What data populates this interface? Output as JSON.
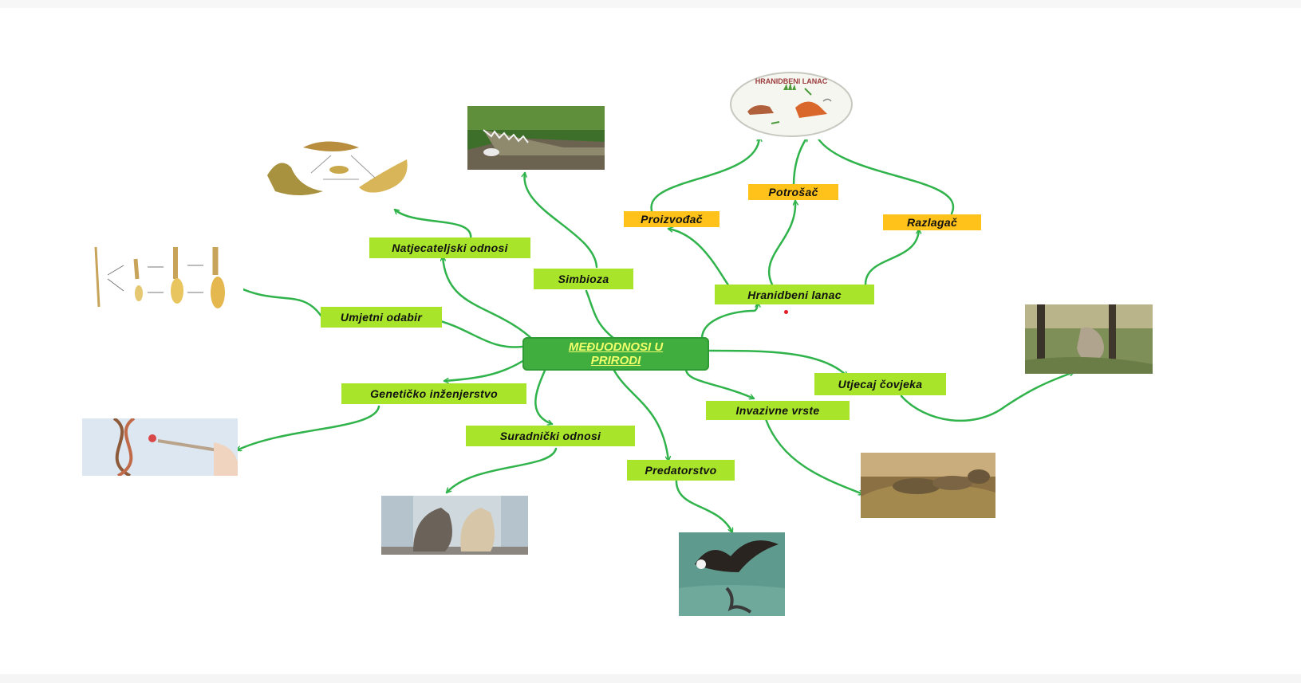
{
  "central": {
    "line1": "MEĐUODNOSI U",
    "line2": "PRIRODI"
  },
  "nodes": {
    "natjecateljski": "Natjecateljski odnosi",
    "simbioza": "Simbioza",
    "umjetni": "Umjetni odabir",
    "geneticko": "Genetičko  inženjerstvo",
    "suradnicki": "Suradnički odnosi",
    "predatorstvo": "Predatorstvo",
    "invazivne": "Invazivne vrste",
    "utjecaj": "Utjecaj čovjeka",
    "hranidbeni": "Hranidbeni lanac",
    "proizvodac": "Proizvođač",
    "potrosac": "Potrošač",
    "razlagac": "Razlagač"
  },
  "images": {
    "food_chain_title": "HRANIDBENI LANAC"
  },
  "colors": {
    "arrow": "#2fb34a",
    "node": "#a7e42a",
    "node_orange": "#ffc21a",
    "central_bg": "#3fae3f",
    "central_text": "#f2ff6a"
  }
}
